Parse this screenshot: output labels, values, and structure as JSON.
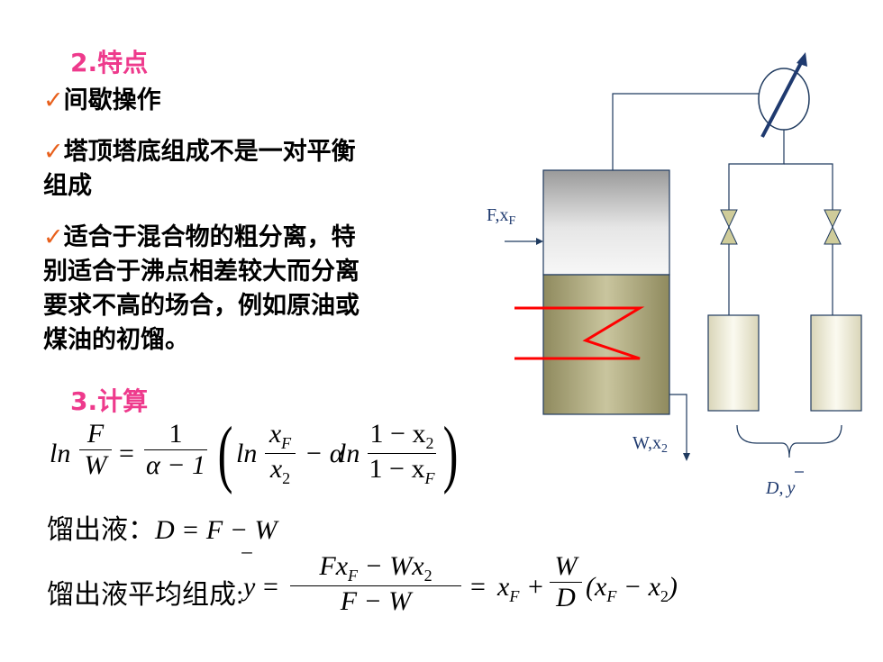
{
  "sections": {
    "features_heading": "2.特点",
    "calc_heading": "3.计算"
  },
  "bullets": [
    {
      "check": "✓",
      "line1": "间歇操作",
      "line2": ""
    },
    {
      "check": "✓",
      "line1": "塔顶塔底组成不是一对平衡",
      "line2": "组成"
    },
    {
      "check": "✓",
      "line1": "适合于混合物的粗分离，特",
      "line2": "别适合于沸点相差较大而分离",
      "line3": "要求不高的场合，例如原油或",
      "line4": "煤油的初馏。"
    }
  ],
  "equations": {
    "eq1": {
      "ln1": "ln",
      "F": "F",
      "W": "W",
      "eq": "=",
      "one": "1",
      "alpha_m1": "α − 1",
      "ln2": "ln",
      "xF_num": "x",
      "xF_sub": "F",
      "x2_den": "x",
      "x2_sub": "2",
      "minus_alpha": "− α",
      "ln3": "ln",
      "num3": "1 − x",
      "num3_sub": "2",
      "den3": "1 − x",
      "den3_sub": "F"
    },
    "eq2": {
      "label": "馏出液：",
      "formula": "D = F − W"
    },
    "eq3": {
      "label": "馏出液平均组成:",
      "y": "y",
      "overbar": "‾",
      "eq1": "=",
      "num": "Fx",
      "num_sub1": "F",
      "num_mid": " − Wx",
      "num_sub2": "2",
      "den": "F − W",
      "eq2": "=",
      "xF": "x",
      "xF_sub": "F",
      "plus": "+",
      "W": "W",
      "D": "D",
      "paren": "(",
      "x1": "x",
      "x1_sub": "F",
      "minus": " − x",
      "x2_sub": "2",
      "paren_close": ")"
    }
  },
  "diagram": {
    "feed_label": "F,x",
    "feed_sub": "F",
    "bottom_label": "W,x",
    "bottom_sub": "2",
    "distillate_label": "D,",
    "distillate_y": "y",
    "colors": {
      "heater": "#ff0000",
      "line": "#1f3a5f",
      "liquid": "#b8b48a",
      "meter_needle": "#1f3a6f"
    }
  }
}
